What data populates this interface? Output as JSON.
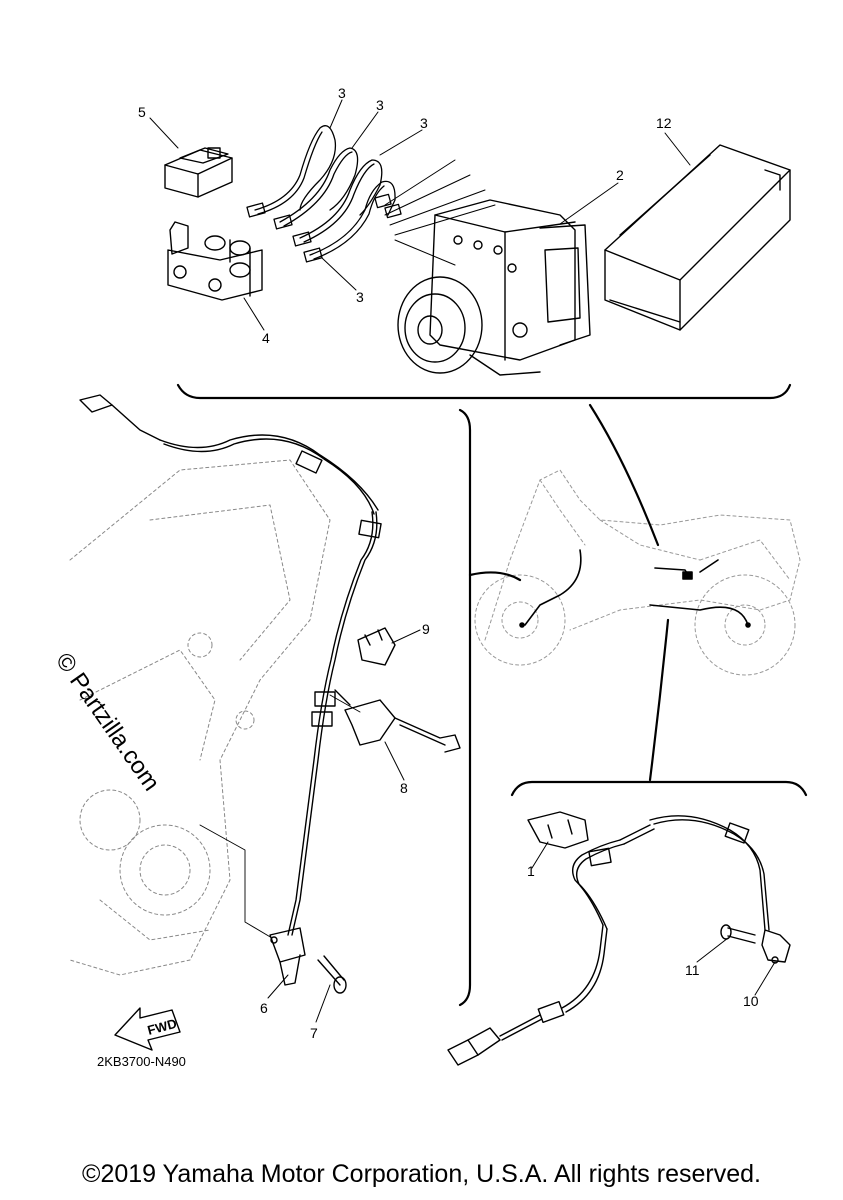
{
  "callouts": {
    "p1": "1",
    "p2": "2",
    "p3a": "3",
    "p3b": "3",
    "p3c": "3",
    "p3d": "3",
    "p4": "4",
    "p5": "5",
    "p6": "6",
    "p7": "7",
    "p8": "8",
    "p9": "9",
    "p10": "10",
    "p11": "11",
    "p12": "12"
  },
  "fwd_label": "FWD",
  "diagram_code": "2KB3700-N490",
  "watermark": "© Partzilla.com",
  "footer": "©2019 Yamaha Motor Corporation, U.S.A. All rights reserved."
}
